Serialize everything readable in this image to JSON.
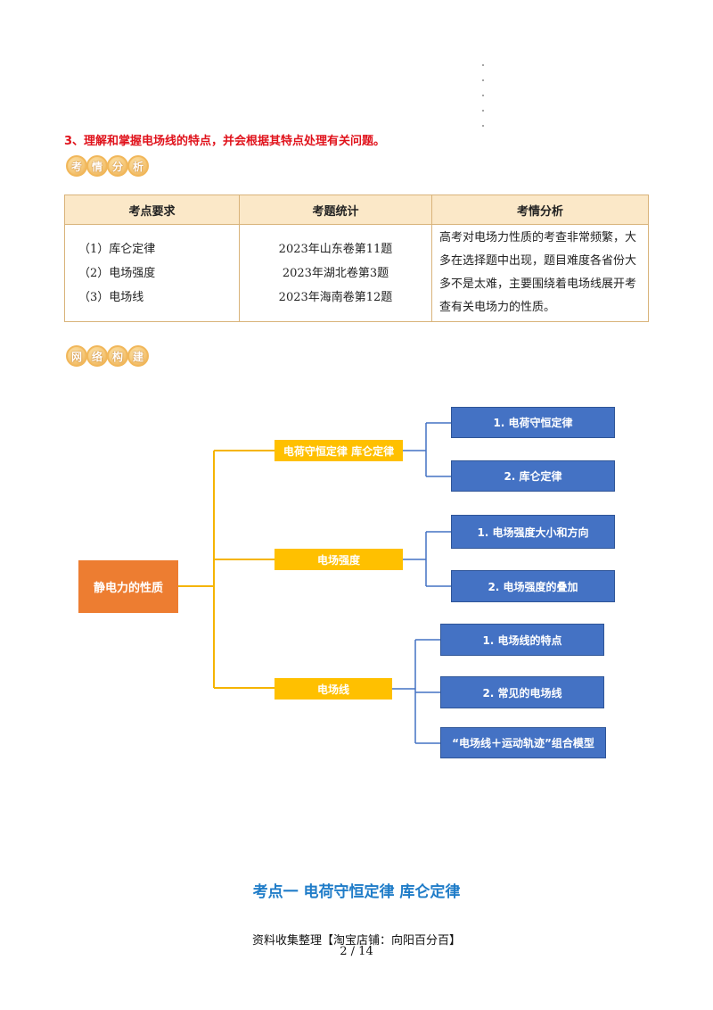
{
  "objective": "3、理解和掌握电场线的特点，并会根据其特点处理有关问题。",
  "badges": {
    "exam_analysis": [
      "考",
      "情",
      "分",
      "析"
    ],
    "network": [
      "网",
      "络",
      "构",
      "建"
    ]
  },
  "table": {
    "headers": [
      "考点要求",
      "考题统计",
      "考情分析"
    ],
    "requirements": [
      "（1）库仑定律",
      "（2）电场强度",
      "（3）电场线"
    ],
    "statistics": [
      "2023年山东卷第11题",
      "2023年湖北卷第3题",
      "2023年海南卷第12题"
    ],
    "analysis": "高考对电场力性质的考查非常频繁，大多在选择题中出现，题目难度各省份大多不是太难，主要围绕着电场线展开考查有关电场力的性质。"
  },
  "mindmap": {
    "root": "静电力的性质",
    "branches": [
      {
        "label": "电荷守恒定律 库仑定律",
        "children": [
          "1. 电荷守恒定律",
          "2. 库仑定律"
        ]
      },
      {
        "label": "电场强度",
        "children": [
          "1. 电场强度大小和方向",
          "2. 电场强度的叠加"
        ]
      },
      {
        "label": "电场线",
        "children": [
          "1. 电场线的特点",
          "2. 常见的电场线",
          "“电场线＋运动轨迹”组合模型"
        ]
      }
    ]
  },
  "section_title": "考点一  电荷守恒定律 库仑定律",
  "footer": {
    "source": "资料收集整理【淘宝店铺：向阳百分百】",
    "page": "2 / 14"
  },
  "colors": {
    "root": "#ed7d31",
    "branch": "#ffc000",
    "leaf": "#4472c4",
    "objective": "#e0121b",
    "section_title": "#1f7cc8"
  }
}
